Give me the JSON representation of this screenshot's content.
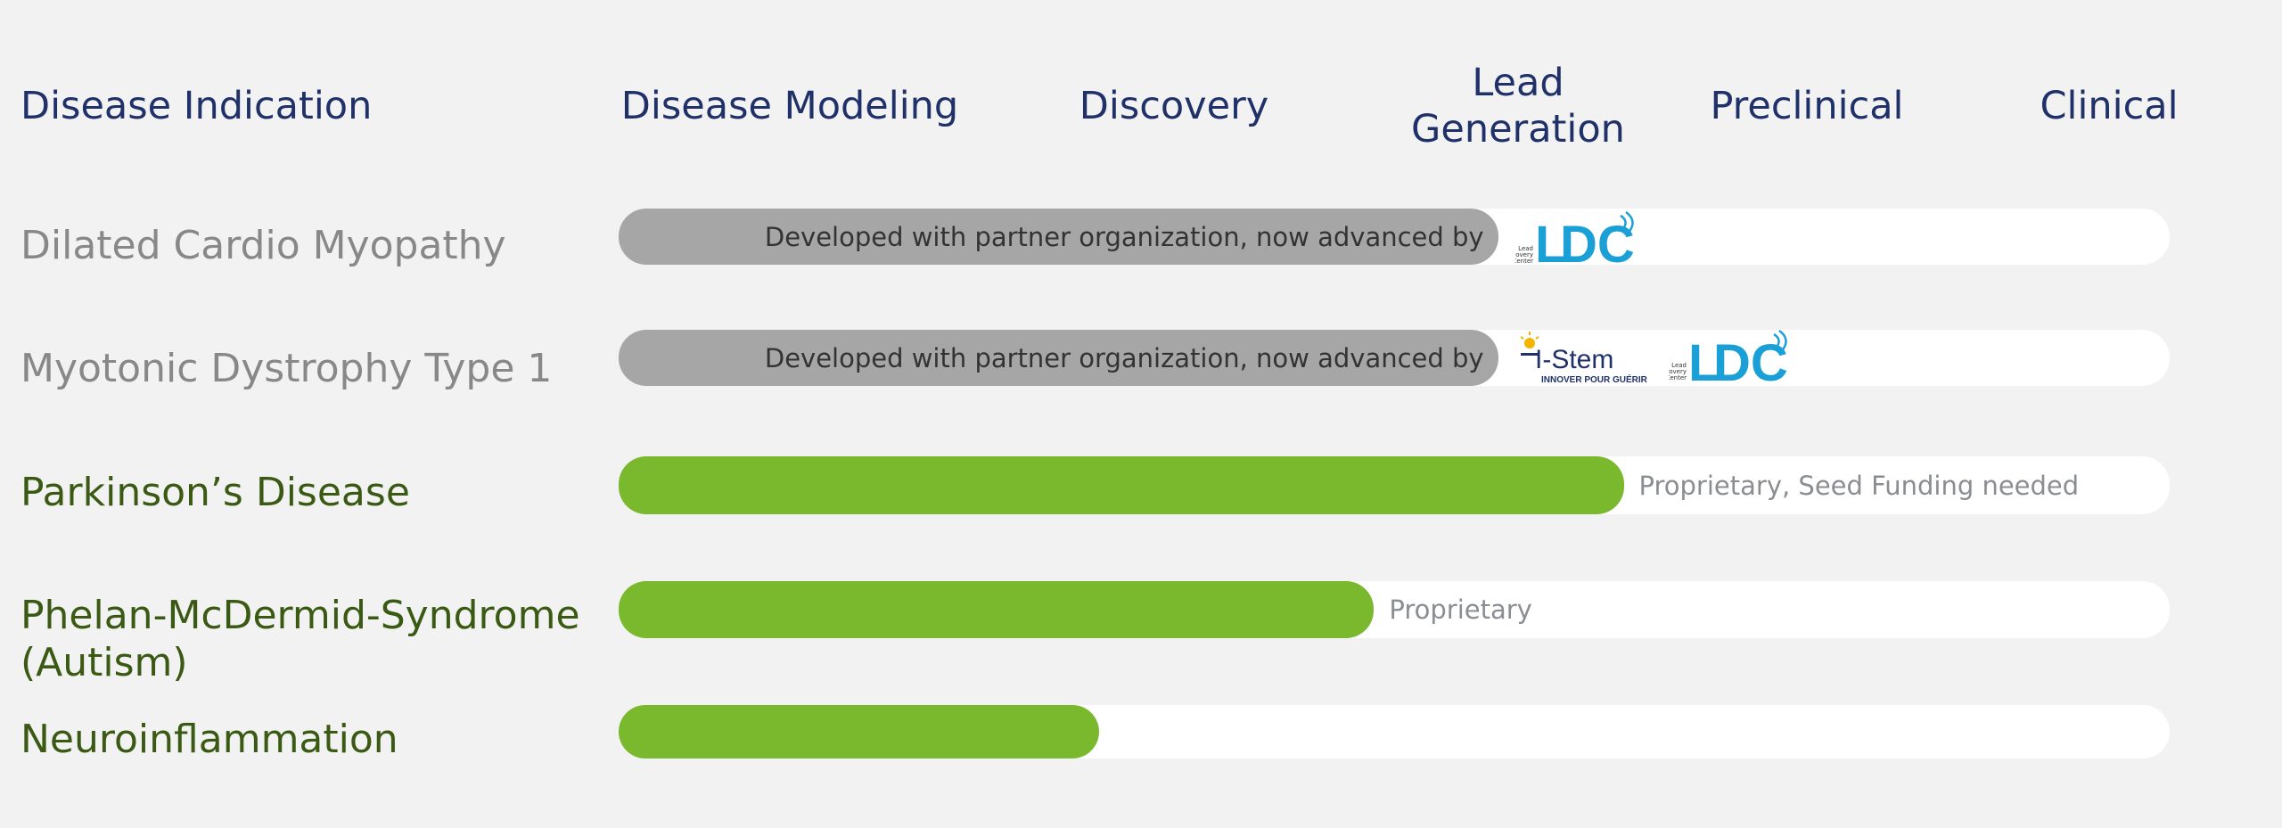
{
  "headers": {
    "indication": "Disease Indication",
    "stages": [
      {
        "label": "Disease Modeling"
      },
      {
        "label": "Discovery"
      },
      {
        "label": "Lead Generation",
        "line1": "Lead",
        "line2": "Generation"
      },
      {
        "label": "Preclinical"
      },
      {
        "label": "Clinical"
      }
    ]
  },
  "colors": {
    "header": "#1f3168",
    "grey_label": "#888888",
    "green_label": "#3a5a14",
    "grey_bar": "#a6a6a6",
    "green_bar": "#7ab82e",
    "ldc_blue": "#1a9fd6",
    "istem_navy": "#1f3168"
  },
  "logos": {
    "ldc": {
      "text_l": "L",
      "text_dc": "DC",
      "small": [
        "Lead",
        "Discovery",
        "Center"
      ]
    },
    "istem": {
      "name": "I-Stem",
      "tagline": "INNOVER POUR GUÉRIR"
    }
  },
  "chart_data": {
    "type": "bar",
    "orientation": "horizontal",
    "stages": [
      "Disease Modeling",
      "Discovery",
      "Lead Generation",
      "Preclinical",
      "Clinical"
    ],
    "rows": [
      {
        "name": "Dilated Cardio Myopathy",
        "progress": 0.567,
        "status": "partner",
        "bar_text": "Developed with partner organization, now advanced by",
        "note": "",
        "logos": [
          "ldc"
        ]
      },
      {
        "name": "Myotonic Dystrophy Type 1",
        "progress": 0.567,
        "status": "partner",
        "bar_text": "Developed with partner organization, now advanced by",
        "note": "",
        "logos": [
          "istem",
          "ldc"
        ]
      },
      {
        "name": "Parkinson’s Disease",
        "progress": 0.648,
        "status": "proprietary",
        "bar_text": "",
        "note": "Proprietary, Seed Funding needed",
        "logos": []
      },
      {
        "name": "Phelan-McDermid-Syndrome (Autism)",
        "line1": "Phelan-McDermid-Syndrome",
        "line2": "(Autism)",
        "progress": 0.487,
        "status": "proprietary",
        "bar_text": "",
        "note": "Proprietary",
        "logos": []
      },
      {
        "name": "Neuroinflammation",
        "progress": 0.31,
        "status": "proprietary",
        "bar_text": "",
        "note": "",
        "logos": []
      }
    ]
  }
}
